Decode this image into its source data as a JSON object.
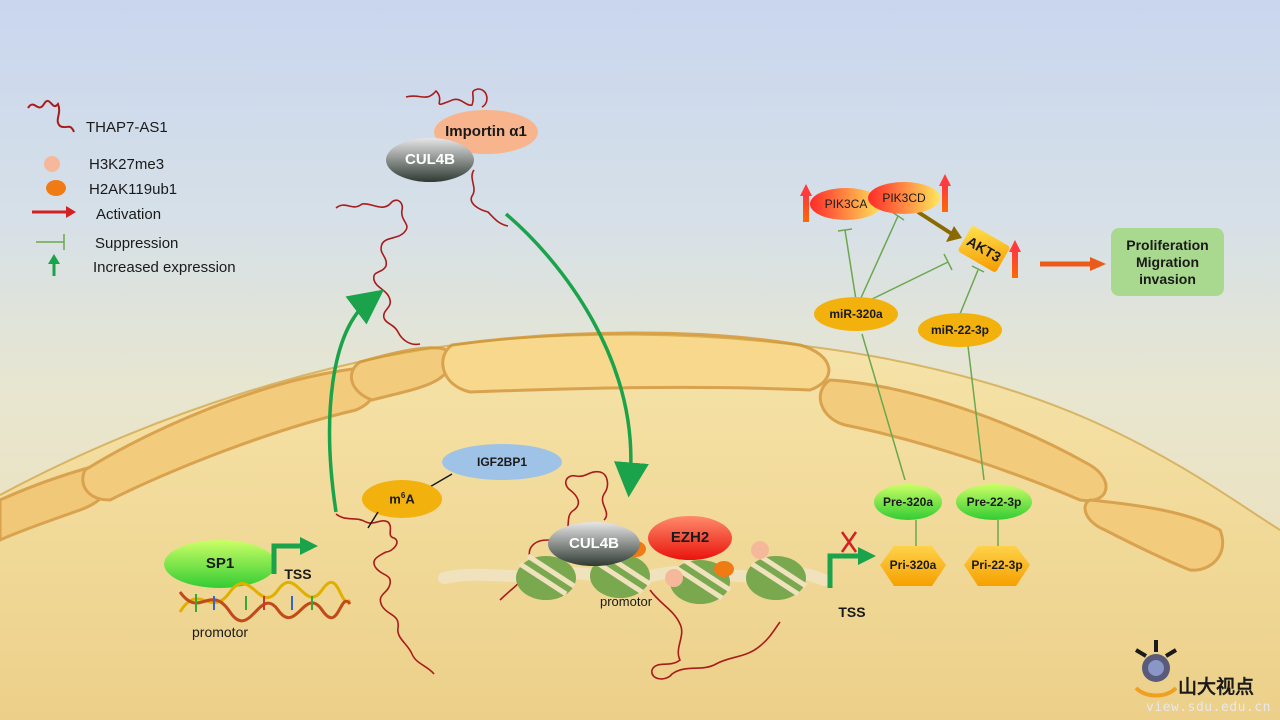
{
  "legend": {
    "lncrna": "THAP7-AS1",
    "h3k27me3": "H3K27me3",
    "h2ak119ub1": "H2AK119ub1",
    "activation": "Activation",
    "suppression": "Suppression",
    "increased": "Increased expression"
  },
  "nodes": {
    "importin": "Importin α1",
    "cul4b_top": "CUL4B",
    "igf2bp1": "IGF2BP1",
    "m6a_base": "m",
    "m6a_sup": "6",
    "m6a_tail": "A",
    "sp1": "SP1",
    "tss_left": "TSS",
    "promoter_left": "promotor",
    "cul4b_nuc": "CUL4B",
    "ezh2": "EZH2",
    "promoter_mid": "promotor",
    "tss_mid": "TSS",
    "pik3ca": "PIK3CA",
    "pik3cd": "PIK3CD",
    "akt3": "AKT3",
    "mir320a": "miR-320a",
    "mir22": "miR-22-3p",
    "pre320a": "Pre-320a",
    "pre22": "Pre-22-3p",
    "pri320a": "Pri-320a",
    "pri22": "Pri-22-3p"
  },
  "outcome": {
    "line1": "Proliferation",
    "line2": "Migration",
    "line3": "invasion"
  },
  "logo": {
    "name_cn": "山大视点",
    "url": "view.sdu.edu.cn"
  },
  "colors": {
    "activation_red": "#d42020",
    "suppression_green": "#6aa84f",
    "transport_green": "#1aa34a",
    "lncrna": "#a81c1c",
    "nucleus": "#f0d68e",
    "outcome_bg": "#a8d98f",
    "m6a_orange": "#f2b10c"
  }
}
